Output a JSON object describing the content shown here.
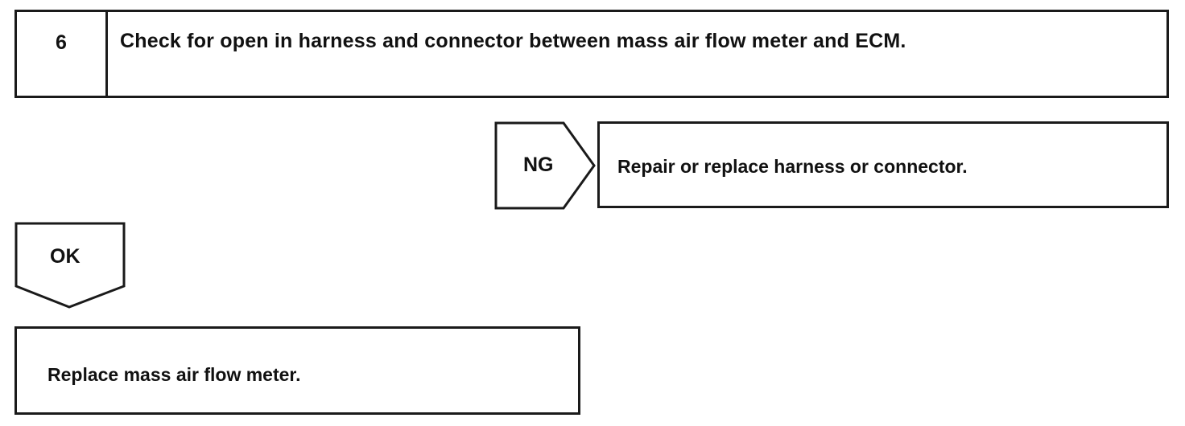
{
  "step": {
    "number": "6",
    "title": "Check for open in harness and connector between mass air flow meter and ECM."
  },
  "ng_branch": {
    "label": "NG",
    "action": "Repair or replace harness or connector."
  },
  "ok_branch": {
    "label": "OK",
    "action": "Replace mass air flow meter."
  }
}
